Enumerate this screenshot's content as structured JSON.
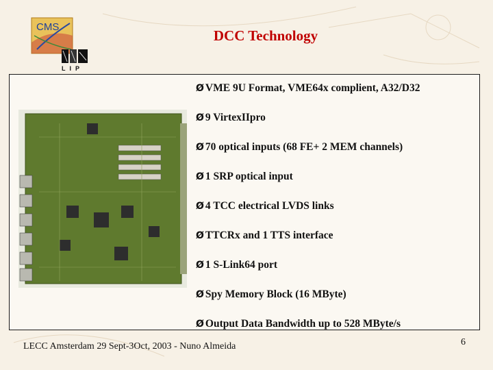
{
  "slide": {
    "title": "DCC Technology",
    "logos": {
      "cms_text": "CMS",
      "lip_text": "LIP"
    },
    "bullets": [
      "VME 9U Format, VME64x complient, A32/D32",
      "9 VirtexIIpro",
      "70 optical inputs (68 FE+ 2 MEM channels)",
      "1 SRP optical input",
      "4 TCC electrical LVDS links",
      "TTCRx and 1 TTS interface",
      "1 S-Link64 port",
      "Spy Memory Block (16 MByte)",
      "Output Data Bandwidth up to 528 MByte/s"
    ],
    "bullet_marker": "Ø",
    "footer": "LECC Amsterdam 29 Sept-3Oct, 2003 - Nuno Almeida",
    "page_number": "6"
  },
  "colors": {
    "title": "#c00000",
    "background": "#f7f1e6",
    "board": "#5f7a2e"
  }
}
